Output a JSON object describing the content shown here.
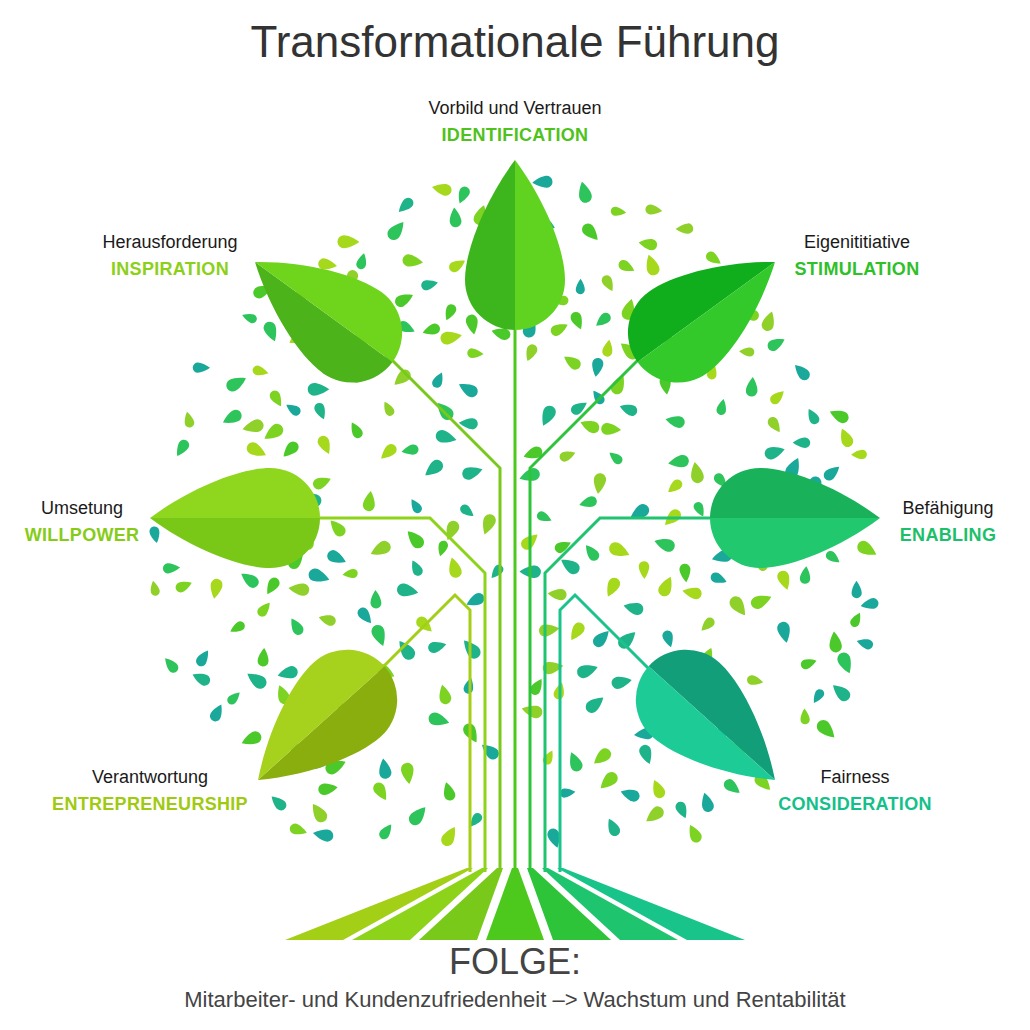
{
  "diagram": {
    "title": "Transformationale Führung",
    "nodes": [
      {
        "text": [
          "Vorbild und Vertrauen",
          "IDENTIFICATION"
        ]
      },
      {
        "text": [
          "Herausforderung",
          "INSPIRATION"
        ]
      },
      {
        "text": [
          "Eigenititiative",
          "STIMULATION"
        ]
      },
      {
        "text": [
          "Umsetung",
          "WILLPOWER"
        ]
      },
      {
        "text": [
          "Befähigung",
          "ENABLING"
        ]
      },
      {
        "text": [
          "Verantwortung",
          "ENTREPRENEURSHIP"
        ]
      },
      {
        "text": [
          "Fairness",
          "CONSIDERATION"
        ]
      }
    ],
    "labels": [
      "FOLGE:",
      "Mitarbeiter- und Kundenzufriedenheit –> Wachstum und Rentabilität"
    ]
  }
}
